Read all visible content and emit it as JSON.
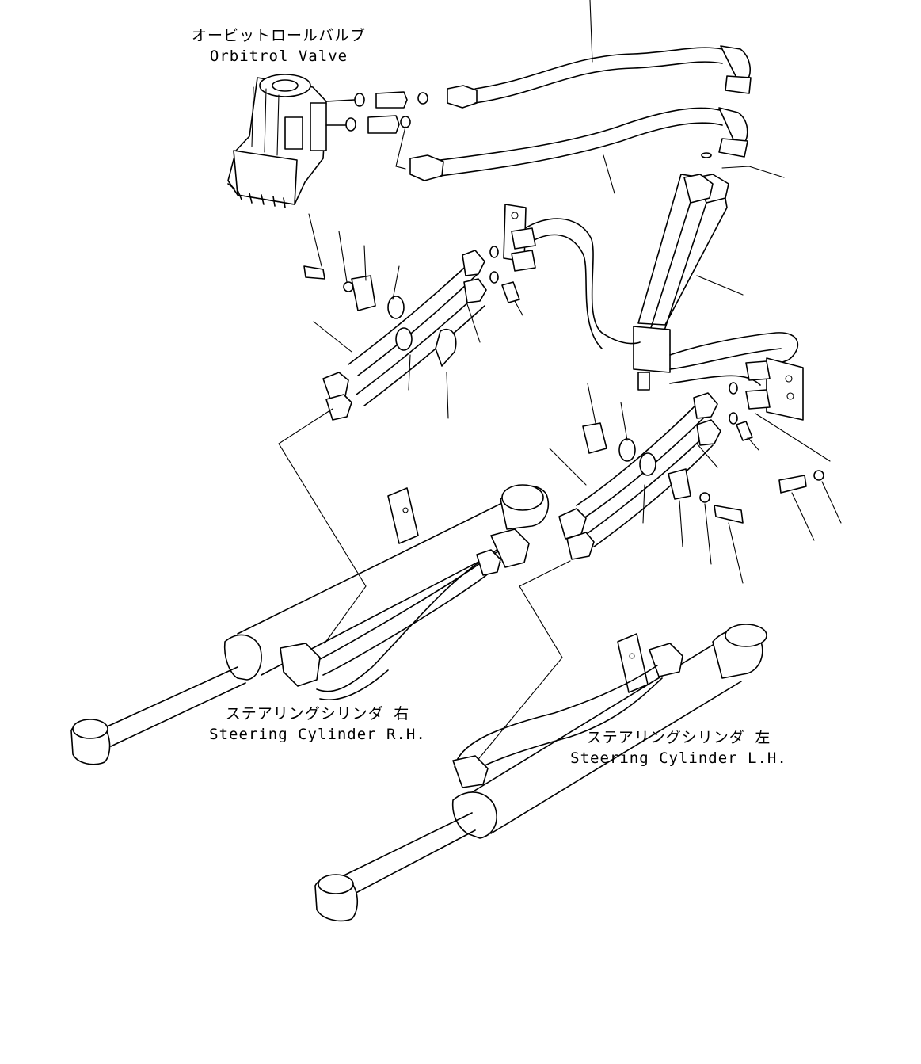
{
  "labels": {
    "orbitrol_jp": "オービットロールバルブ",
    "orbitrol_en": "Orbitrol Valve",
    "cyl_rh_jp": "ステアリングシリンダ 右",
    "cyl_rh_en": "Steering Cylinder R.H.",
    "cyl_lh_jp": "ステアリングシリンダ 左",
    "cyl_lh_en": "Steering Cylinder L.H."
  }
}
